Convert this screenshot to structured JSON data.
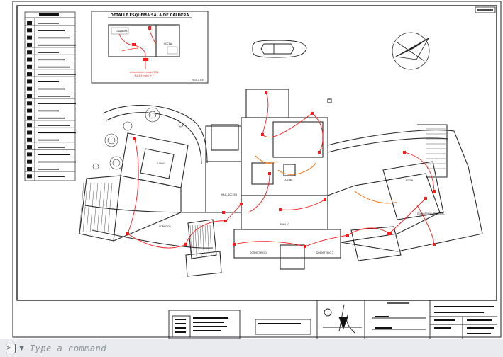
{
  "detail": {
    "title": "DETALLE ESQUEMA SALA DE CALDERA",
    "left_room": "CALDERA",
    "right_room": "COCINA",
    "note_line1": "Alimentacion desde TDA",
    "note_line2": "3 x 2.5 mm2 + T",
    "scale": "ESCALA 1:50"
  },
  "plan_labels": {
    "cocina": "COCINA",
    "dorm1": "DORMITORIO 1",
    "dorm2": "DORMITORIO 2",
    "principal": "DORMITORIO PRINCIPAL",
    "living": "LIVING",
    "comedor": "COMEDOR",
    "hall": "HALL ACCESO",
    "pasillo": "PASILLO",
    "estar": "ESTAR"
  },
  "command_line": {
    "placeholder": "Type a command",
    "prompt_icon": "terminal-icon",
    "chevron_icon": "chevron-down-icon"
  },
  "colors": {
    "circuit": "#ff1a1a",
    "circuit_alt": "#ff6a00",
    "lines": "#333333"
  }
}
